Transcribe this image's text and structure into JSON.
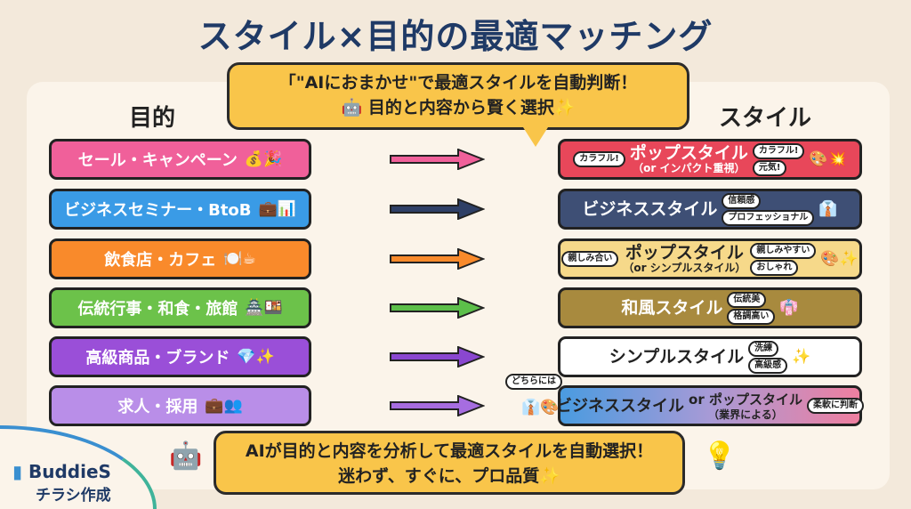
{
  "title": "スタイル×目的の最適マッチング",
  "top_callout": {
    "line1": "「\"AIにおまかせ\"で最適スタイルを自動判断！",
    "line2": "目的と内容から賢く選択✨"
  },
  "left_header": "目的",
  "right_header": "スタイル",
  "purposes": [
    {
      "label": "セール・キャンペーン",
      "icons": "💰🎉",
      "color": "#f0609a"
    },
    {
      "label": "ビジネスセミナー・BtoB",
      "icons": "💼📊",
      "color": "#3a9be6"
    },
    {
      "label": "飲食店・カフェ",
      "icons": "🍽️☕",
      "color": "#f98a2b"
    },
    {
      "label": "伝統行事・和食・旅館",
      "icons": "🏯🍱",
      "color": "#6cc24a"
    },
    {
      "label": "高級商品・ブランド",
      "icons": "💎✨",
      "color": "#9a4fd8"
    },
    {
      "label": "求人・採用",
      "icons": "💼👥",
      "color": "#b98ee8"
    }
  ],
  "arrow_colors": [
    "#f0609a",
    "#2e3f66",
    "#f98a2b",
    "#5cbf4a",
    "#8a47d0",
    "#a66de0"
  ],
  "styles": [
    {
      "label": "ポップスタイル",
      "sub": "（or インパクト重視）",
      "bubbles": [
        "カラフル!",
        "カラフル!",
        "元気!"
      ],
      "icons": "🎨💥",
      "color": "#e8475a"
    },
    {
      "label": "ビジネススタイル",
      "sub": "",
      "bubbles": [
        "信頼感",
        "プロフェッショナル"
      ],
      "icons": "👔",
      "color": "#3e4f75"
    },
    {
      "label": "ポップスタイル",
      "sub": "（or シンプルスタイル）",
      "bubbles": [
        "親しみ合い",
        "親しみやすい",
        "おしゃれ"
      ],
      "icons": "🎨✨",
      "color": "#f6d98a"
    },
    {
      "label": "和風スタイル",
      "sub": "",
      "bubbles": [
        "伝統美",
        "格調高い"
      ],
      "icons": "👘",
      "color": "#a88a3e"
    },
    {
      "label": "シンプルスタイル",
      "sub": "",
      "bubbles": [
        "洗練",
        "高級感"
      ],
      "icons": "✨",
      "color": "#ffffff"
    },
    {
      "label": "ビジネススタイル",
      "or_label": "or ポップスタイル",
      "sub": "（業界による）",
      "bubbles": [
        "どちらには",
        "柔軟に判断"
      ],
      "icons": "👔🎨",
      "color": "#4a9be0"
    }
  ],
  "bottom_callout": {
    "line1": "AIが目的と内容を分析して最適スタイルを自動選択！",
    "line2": "迷わず、すぐに、プロ品質✨"
  },
  "brand": {
    "name": "BuddieS",
    "sub": "チラシ作成"
  }
}
